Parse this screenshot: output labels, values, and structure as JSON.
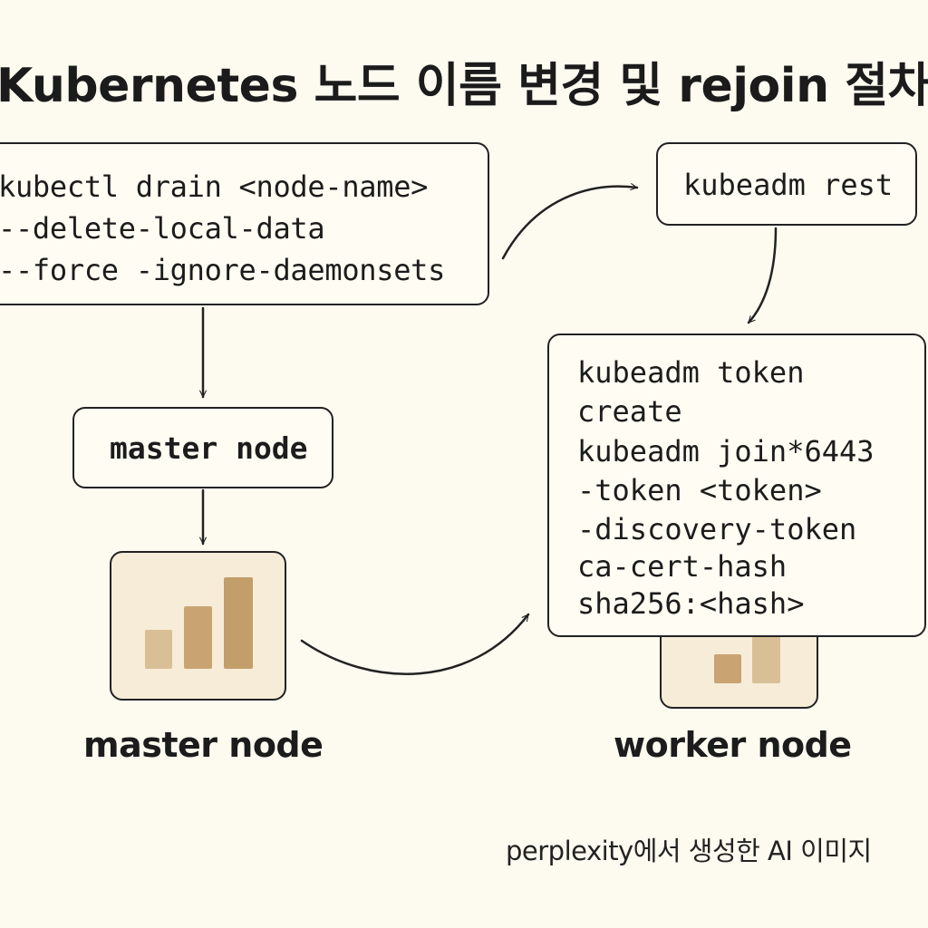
{
  "title": "Kubernetes 노드 이름 변경 및 rejoin 절차",
  "drain_command": {
    "lines": [
      "kubectl drain <node-name>",
      "--delete-local-data",
      "--force -ignore-daemonsets"
    ]
  },
  "reset_command": {
    "text": "kubeadm rest"
  },
  "master_label_box": {
    "text": "master node"
  },
  "join_command": {
    "lines": [
      "kubeadm token",
      "create",
      "kubeadm join*6443",
      "-token <token>",
      "-discovery-token",
      "ca-cert-hash",
      "sha256:<hash>"
    ]
  },
  "nodes": {
    "master_caption": "master node",
    "worker_caption": "worker node",
    "icon": "bar-chart-icon"
  },
  "footer": "perplexity에서 생성한 AI 이미지",
  "colors": {
    "background": "#fdfbf0",
    "tile_fill": "#f6ecd8",
    "bar_light": "#d8bf95",
    "bar_mid": "#c9a472",
    "bar_dark": "#c29e6a",
    "stroke": "#222222"
  }
}
